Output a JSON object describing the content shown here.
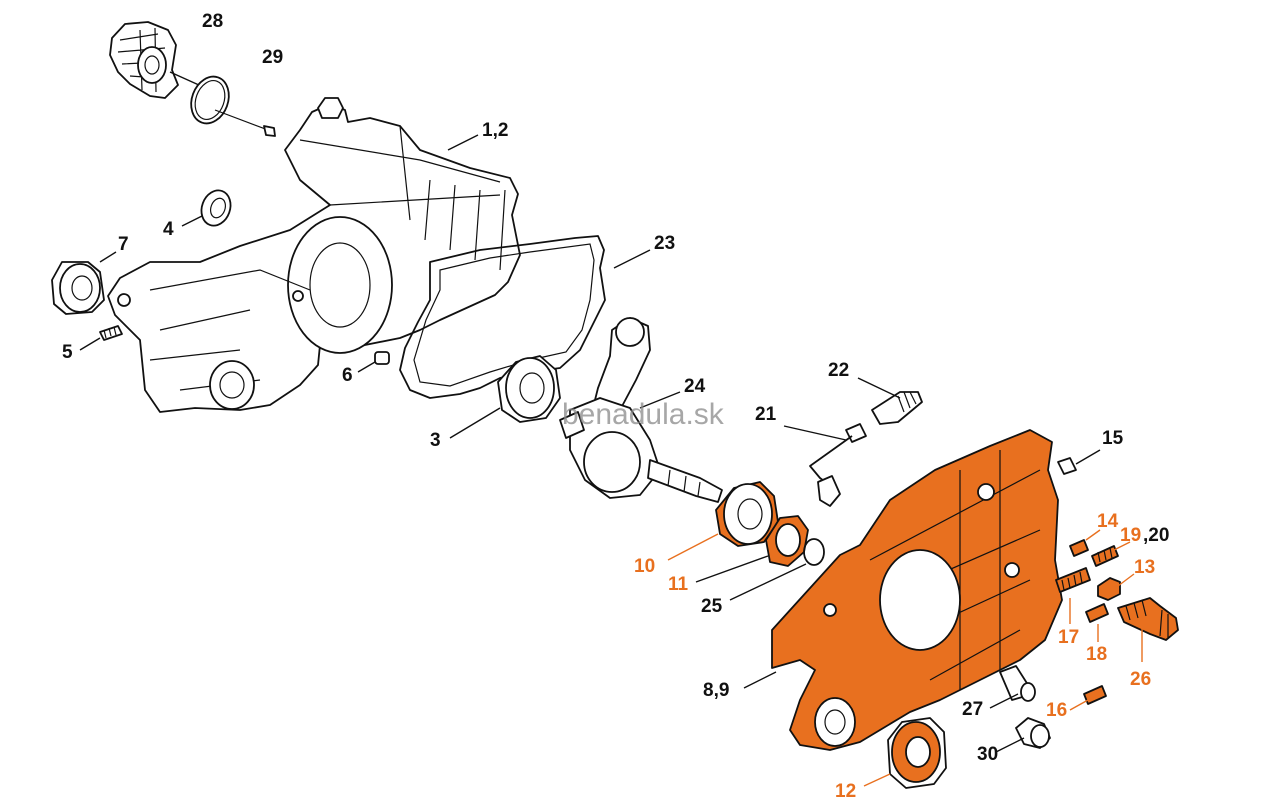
{
  "diagram": {
    "watermark": "benadula.sk",
    "colors": {
      "highlight": "#e8701f",
      "line": "#111111",
      "background": "#ffffff"
    },
    "callouts": [
      {
        "key": "p28",
        "text": "28",
        "color": "black"
      },
      {
        "key": "p29",
        "text": "29",
        "color": "black"
      },
      {
        "key": "p12h",
        "text": "1,2",
        "color": "black"
      },
      {
        "key": "p4",
        "text": "4",
        "color": "black"
      },
      {
        "key": "p7",
        "text": "7",
        "color": "black"
      },
      {
        "key": "p23",
        "text": "23",
        "color": "black"
      },
      {
        "key": "p5",
        "text": "5",
        "color": "black"
      },
      {
        "key": "p6",
        "text": "6",
        "color": "black"
      },
      {
        "key": "p24",
        "text": "24",
        "color": "black"
      },
      {
        "key": "p22",
        "text": "22",
        "color": "black"
      },
      {
        "key": "p3",
        "text": "3",
        "color": "black"
      },
      {
        "key": "p21",
        "text": "21",
        "color": "black"
      },
      {
        "key": "p15",
        "text": "15",
        "color": "black"
      },
      {
        "key": "p14",
        "text": "14",
        "color": "orange"
      },
      {
        "key": "p19",
        "text": "19",
        "color": "orange"
      },
      {
        "key": "p20",
        "text": ",20",
        "color": "black"
      },
      {
        "key": "p10",
        "text": "10",
        "color": "orange"
      },
      {
        "key": "p13",
        "text": "13",
        "color": "orange"
      },
      {
        "key": "p11",
        "text": "11",
        "color": "orange"
      },
      {
        "key": "p25",
        "text": "25",
        "color": "black"
      },
      {
        "key": "p17",
        "text": "17",
        "color": "orange"
      },
      {
        "key": "p18",
        "text": "18",
        "color": "orange"
      },
      {
        "key": "p26",
        "text": "26",
        "color": "orange"
      },
      {
        "key": "p89",
        "text": "8,9",
        "color": "black"
      },
      {
        "key": "p27",
        "text": "27",
        "color": "black"
      },
      {
        "key": "p16",
        "text": "16",
        "color": "orange"
      },
      {
        "key": "p30",
        "text": "30",
        "color": "black"
      },
      {
        "key": "p12",
        "text": "12",
        "color": "orange"
      }
    ]
  }
}
